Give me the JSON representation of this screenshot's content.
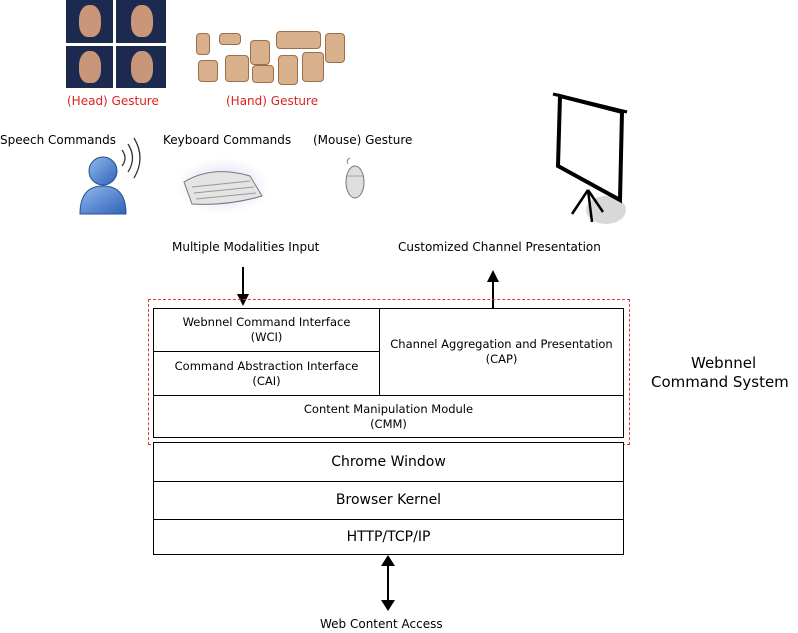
{
  "inputs": {
    "head_gesture": "(Head) Gesture",
    "hand_gesture": "(Hand) Gesture",
    "speech": "Speech Commands",
    "keyboard": "Keyboard Commands",
    "mouse": "(Mouse) Gesture"
  },
  "flow": {
    "input": "Multiple Modalities Input",
    "output": "Customized Channel Presentation",
    "access": "Web Content Access"
  },
  "system": {
    "title_line1": "Webnnel",
    "title_line2": "Command System",
    "wci": {
      "name": "Webnnel Command Interface",
      "abbr": "(WCI)"
    },
    "cai": {
      "name": "Command Abstraction Interface",
      "abbr": "(CAI)"
    },
    "cap": {
      "name": "Channel Aggregation and Presentation",
      "abbr": "(CAP)"
    },
    "cmm": {
      "name": "Content Manipulation Module",
      "abbr": "(CMM)"
    }
  },
  "layers": {
    "chrome": "Chrome Window",
    "kernel": "Browser Kernel",
    "http": "HTTP/TCP/IP"
  },
  "colors": {
    "gesture_label": "#e02020",
    "system_border": "#e53935",
    "person": "#4a86d8"
  }
}
